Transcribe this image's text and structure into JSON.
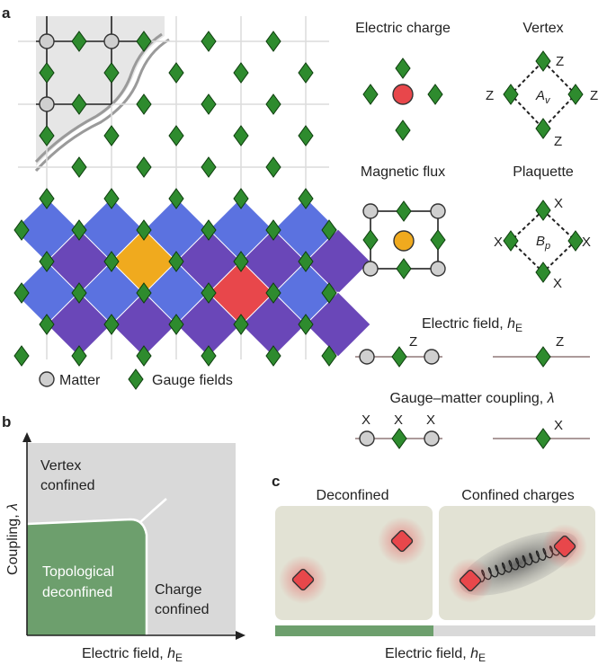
{
  "panels": {
    "a": {
      "label": "a"
    },
    "b": {
      "label": "b"
    },
    "c": {
      "label": "c"
    }
  },
  "legend": {
    "matter": "Matter",
    "gauge": "Gauge fields"
  },
  "terms": {
    "electric_charge": "Electric charge",
    "vertex": "Vertex",
    "magnetic_flux": "Magnetic flux",
    "plaquette": "Plaquette",
    "vertex_op": "A",
    "vertex_sub": "v",
    "plaquette_op": "B",
    "plaquette_sub": "p",
    "z": "Z",
    "x": "X"
  },
  "electric_field": {
    "text": "Electric field, ",
    "symbol": "h",
    "sub": "E"
  },
  "coupling": {
    "text": "Gauge–matter coupling, ",
    "symbol": "λ"
  },
  "phase_diagram": {
    "ylabel_text": "Coupling, ",
    "ylabel_symbol": "λ",
    "xlabel_text": "Electric field, ",
    "xlabel_symbol": "h",
    "xlabel_sub": "E",
    "regions": {
      "vertex_line1": "Vertex",
      "vertex_line2": "confined",
      "topo_line1": "Topological",
      "topo_line2": "deconfined",
      "charge_line1": "Charge",
      "charge_line2": "confined"
    }
  },
  "panel_c": {
    "deconfined": "Deconfined",
    "confined": "Confined charges",
    "xlabel_text": "Electric field, ",
    "xlabel_symbol": "h",
    "xlabel_sub": "E"
  },
  "colors": {
    "gauge": "#2e8b2e",
    "matter": "#cfcfcf",
    "charge": "#e8474b",
    "flux": "#f0aa1e",
    "blue": "#5b72e0",
    "purple": "#6a47b8",
    "phase_green": "#6d9f6d",
    "phase_gray": "#d9d9d9",
    "panel_bg": "#e2e2d4"
  }
}
